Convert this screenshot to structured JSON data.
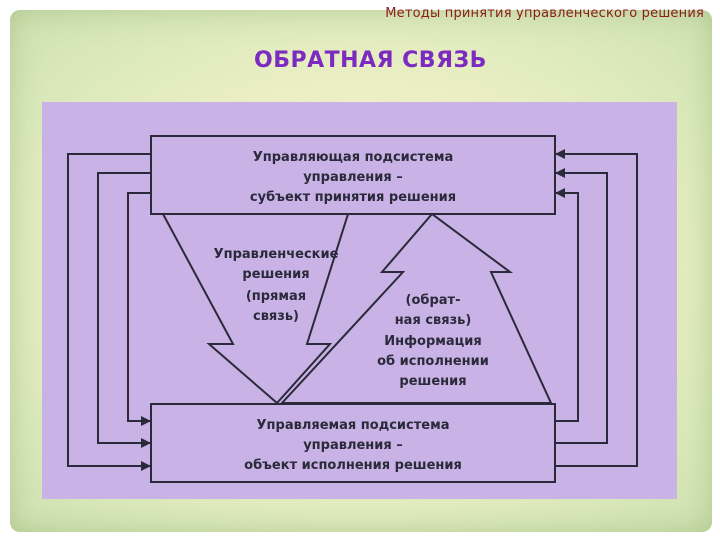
{
  "header": {
    "title": "Методы принятия управленческого решения"
  },
  "slide": {
    "title": "ОБРАТНАЯ СВЯЗЬ"
  },
  "diagram": {
    "top_box": {
      "line1": "Управляющая подсистема",
      "line2": "управления –",
      "line3": "субъект принятия решения"
    },
    "bottom_box": {
      "line1": "Управляемая подсистема",
      "line2": "управления –",
      "line3": "объект исполнения решения"
    },
    "down_arrow": {
      "line1": "Управленческие",
      "line2": "решения",
      "line3": "(прямая",
      "line4": "связь)"
    },
    "up_arrow": {
      "line1": "(обрат-",
      "line2": "ная связь)",
      "line3": "Информация",
      "line4": "об исполнении",
      "line5": "решения"
    }
  },
  "colors": {
    "panel": "#c9b3e6",
    "title": "#7b2bbf",
    "header": "#8b1c1c",
    "lines": "#2a2a3a"
  }
}
